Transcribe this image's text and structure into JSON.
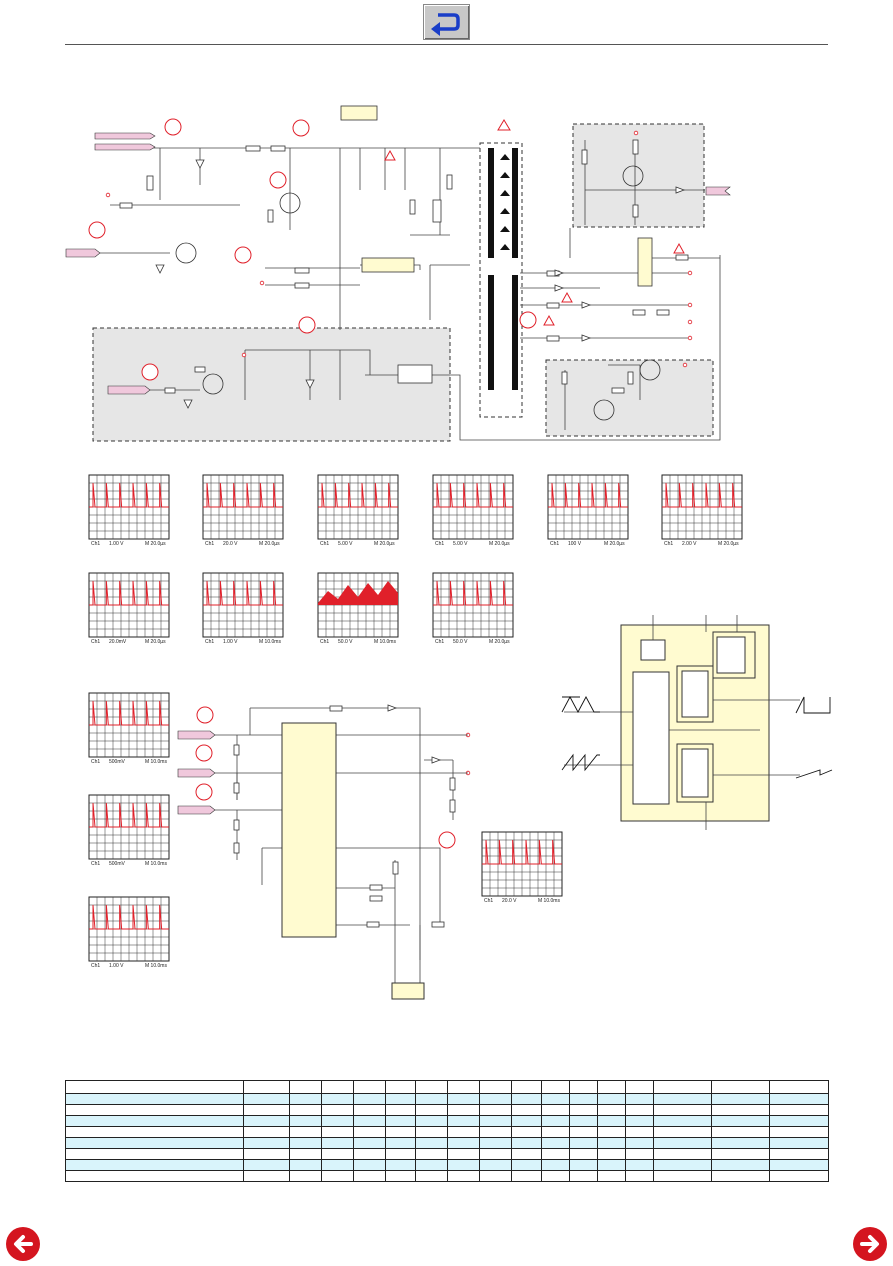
{
  "nav": {
    "back_icon": "return-arrow-icon",
    "prev_icon": "arrow-left-icon",
    "next_icon": "arrow-right-icon",
    "nav_color": "#d4151f"
  },
  "scopes": [
    {
      "ch": "Ch1",
      "volt": "1.00 V",
      "time": "M 20.0µs"
    },
    {
      "ch": "Ch1",
      "volt": "20.0 V",
      "time": "M 20.0µs"
    },
    {
      "ch": "Ch1",
      "volt": "5.00 V",
      "time": "M 20.0µs"
    },
    {
      "ch": "Ch1",
      "volt": "5.00 V",
      "time": "M 20.0µs"
    },
    {
      "ch": "Ch1",
      "volt": "100 V",
      "time": "M 20.0µs"
    },
    {
      "ch": "Ch1",
      "volt": "2.00 V",
      "time": "M 20.0µs"
    },
    {
      "ch": "Ch1",
      "volt": "20.0mV",
      "time": "M 20.0µs"
    },
    {
      "ch": "Ch1",
      "volt": "1.00 V",
      "time": "M 10.0ms"
    },
    {
      "ch": "Ch1",
      "volt": "50.0 V",
      "time": "M 10.0ms"
    },
    {
      "ch": "Ch1",
      "volt": "50.0 V",
      "time": "M 20.0µs"
    },
    {
      "ch": "Ch1",
      "volt": "500mV",
      "time": "M 10.0ms"
    },
    {
      "ch": "Ch1",
      "volt": "500mV",
      "time": "M 10.0ms"
    },
    {
      "ch": "Ch1",
      "volt": "1.00 V",
      "time": "M 10.0ms"
    },
    {
      "ch": "Ch1",
      "volt": "20.0 V",
      "time": "M 10.0ms"
    }
  ],
  "colors": {
    "shade": "#e6e6e6",
    "ic_yellow": "#fffbd0",
    "signal_red": "#e0202a",
    "connector_pink": "#f0c8dc",
    "table_cyan": "#d9f4fb"
  }
}
